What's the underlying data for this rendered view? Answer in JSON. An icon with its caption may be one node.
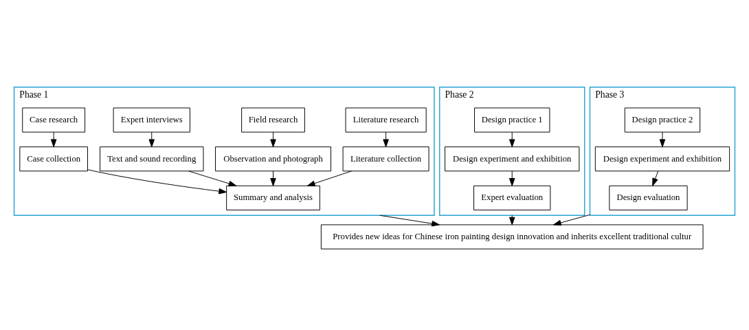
{
  "diagram": {
    "nodes": [
      {
        "text": [
          "Phase 1"
        ]
      },
      {
        "text": [
          "Literature research"
        ],
        "in": 0
      },
      {
        "text": [
          "Field research"
        ],
        "in": 0
      },
      {
        "text": [
          "Expert interviews"
        ],
        "in": 0
      },
      {
        "text": [
          "Case research"
        ],
        "in": 0
      },
      {
        "text": [
          "Literature collection"
        ],
        "in": 0
      },
      {
        "text": [
          "Observation and photograph"
        ],
        "in": 0
      },
      {
        "text": [
          "Text and sound recording"
        ],
        "in": 0
      },
      {
        "text": [
          "Case collection"
        ],
        "in": 0
      },
      {
        "text": [
          "Summary and analysis"
        ],
        "in": 0
      },
      {
        "text": [
          "Phase 2"
        ]
      },
      {
        "text": [
          "Design practice 1"
        ],
        "in": 10
      },
      {
        "text": [
          "Design experiment and exhibition"
        ],
        "in": 10
      },
      {
        "text": [
          "Expert evaluation"
        ],
        "in": 10
      },
      {
        "text": [
          "Phase 3"
        ]
      },
      {
        "text": [
          "Design practice 2"
        ],
        "in": 14
      },
      {
        "text": [
          "Design experiment and exhibition"
        ],
        "in": 14
      },
      {
        "text": [
          "Design evaluation"
        ],
        "in": 14
      },
      {
        "text": [
          "Provides new ideas for Chinese iron painting design innovation and inherits excellent traditional cultur"
        ]
      }
    ],
    "edges": [
      {
        "from": 1,
        "to": 5,
        "arrow": "to"
      },
      {
        "from": 2,
        "to": 6,
        "arrow": "to"
      },
      {
        "from": 3,
        "to": 7,
        "arrow": "to"
      },
      {
        "from": 4,
        "to": 8,
        "arrow": "to"
      },
      {
        "from": 5,
        "to": 9,
        "arrow": "to"
      },
      {
        "from": 6,
        "to": 9,
        "arrow": "to"
      },
      {
        "from": 7,
        "to": 9,
        "arrow": "to"
      },
      {
        "from": 8,
        "to": 9,
        "arrow": "to"
      },
      {
        "from": 11,
        "to": 12,
        "arrow": "to"
      },
      {
        "from": 12,
        "to": 13,
        "arrow": "to"
      },
      {
        "from": 15,
        "to": 16,
        "arrow": "to"
      },
      {
        "from": 16,
        "to": 17,
        "arrow": "to"
      },
      {
        "from": 0,
        "to": 18,
        "arrow": "to"
      },
      {
        "from": 10,
        "to": 18,
        "arrow": "to"
      },
      {
        "from": 14,
        "to": 18,
        "arrow": "to"
      }
    ]
  }
}
